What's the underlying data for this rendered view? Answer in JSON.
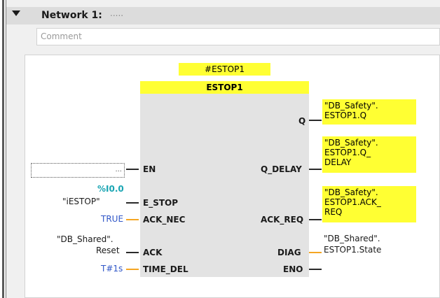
{
  "network": {
    "title": "Network 1:",
    "dots": "....."
  },
  "comment": {
    "placeholder": "Comment"
  },
  "block": {
    "instance": "#ESTOP1",
    "name": "ESTOP1"
  },
  "pins": {
    "en": "EN",
    "e_stop": "E_STOP",
    "ack_nec": "ACK_NEC",
    "ack": "ACK",
    "time_del": "TIME_DEL",
    "q": "Q",
    "q_delay": "Q_DELAY",
    "ack_req": "ACK_REQ",
    "diag": "DIAG",
    "eno": "ENO"
  },
  "inputs": {
    "en_dots": "...",
    "e_stop_addr": "%I0.0",
    "e_stop_tag": "\"iESTOP\"",
    "ack_nec_value": "TRUE",
    "ack_line1": "\"DB_Shared\".",
    "ack_line2": "Reset",
    "time_del_value": "T#1s"
  },
  "outputs": {
    "q_line1": "\"DB_Safety\".",
    "q_line2": "ESTOP1.Q",
    "q_delay_line1": "\"DB_Safety\".",
    "q_delay_line2": "ESTOP1.Q_",
    "q_delay_line3": "DELAY",
    "ack_req_line1": "\"DB_Safety\".",
    "ack_req_line2": "ESTOP1.ACK_",
    "ack_req_line3": "REQ",
    "diag_line1": "\"DB_Shared\".",
    "diag_line2": "ESTOP1.State"
  },
  "colors": {
    "accent_yellow": "#ffff33",
    "wire_orange": "#f5a623",
    "constant_blue": "#3057c8",
    "address_teal": "#1aa5b3"
  }
}
